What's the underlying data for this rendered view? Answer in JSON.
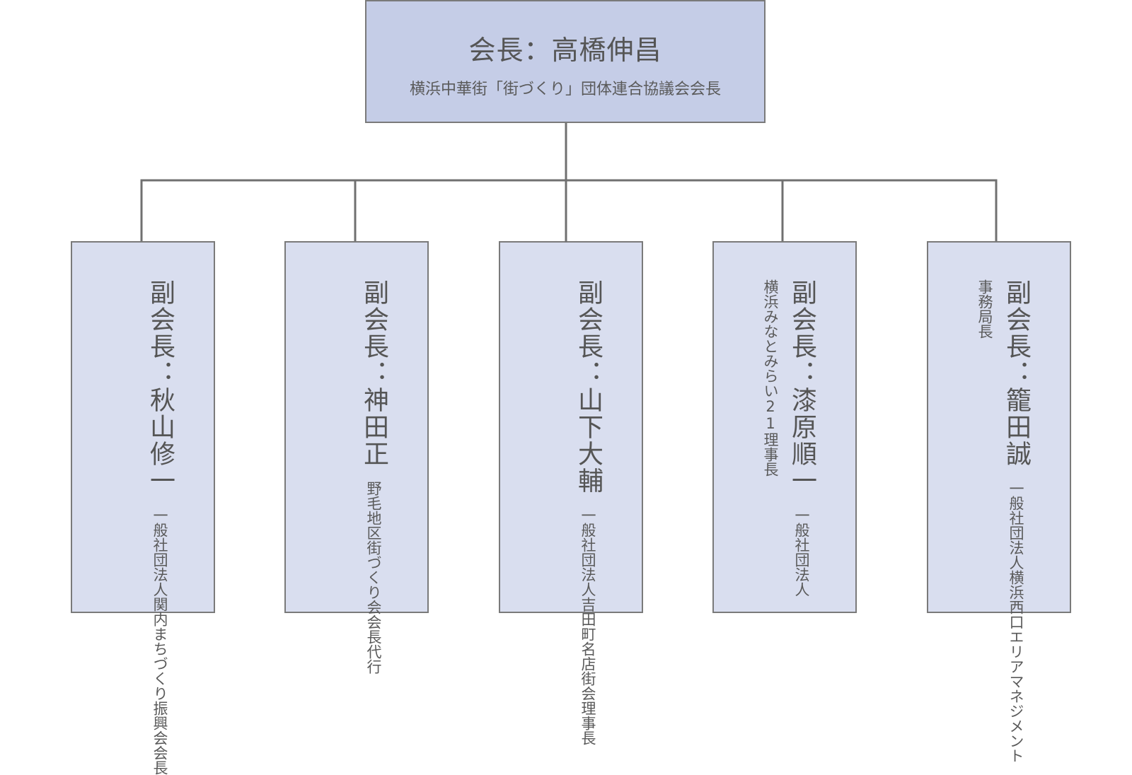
{
  "chairman": {
    "title": "会長：高橋伸昌",
    "affiliation": "横浜中華街「街づくり」団体連合協議会会長"
  },
  "vice_chairmen": [
    {
      "name": "副会長：秋山修一",
      "affiliation": "一般社団法人関内まちづくり振興会会長"
    },
    {
      "name": "副会長：神田正",
      "affiliation": "野毛地区街づくり会会長代行"
    },
    {
      "name": "副会長：山下大輔",
      "affiliation": "一般社団法人吉田町名店街会理事長"
    },
    {
      "name": "副会長：漆原順一",
      "affiliation": "一般社団法人\n横浜みなとみらい21理事長"
    },
    {
      "name": "副会長：籠田誠",
      "affiliation": "一般社団法人横浜西口エリアマネジメント\n事務局長"
    }
  ],
  "colors": {
    "chairman_fill": "#c5cde7",
    "vice_fill": "#d9deef",
    "border": "#7a7a7a",
    "connector": "#707070"
  }
}
